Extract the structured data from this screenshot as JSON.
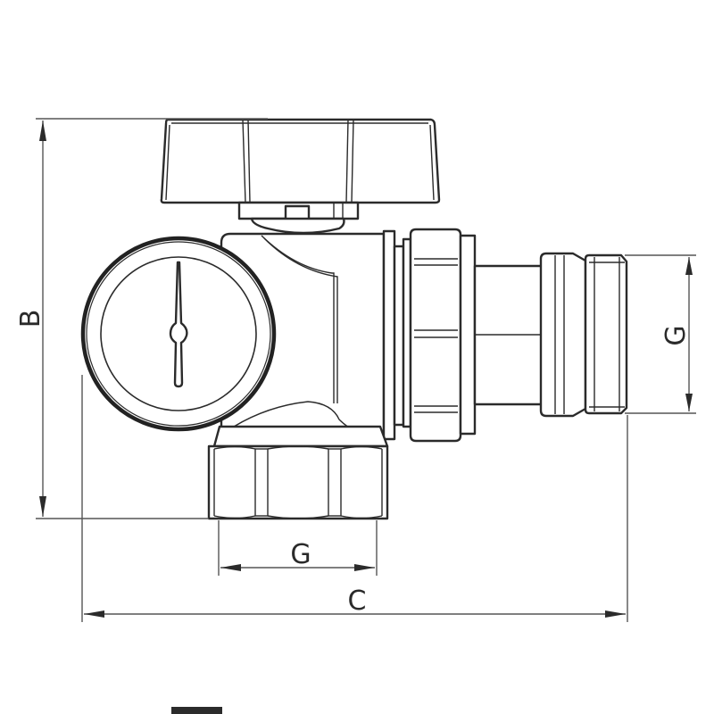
{
  "diagram": {
    "subject": "angled ball valve with gauge and union connection",
    "colors": {
      "line": "#2b2b2b",
      "dimension_line": "#555555",
      "background": "#ffffff"
    },
    "dimensions": {
      "height": {
        "label": "B",
        "orientation": "vertical"
      },
      "length": {
        "label": "C",
        "orientation": "horizontal"
      },
      "thread_bottom": {
        "label": "G",
        "orientation": "horizontal"
      },
      "thread_right": {
        "label": "G",
        "orientation": "vertical"
      }
    },
    "parts": {
      "handle": "butterfly-handle",
      "gauge": "pressure-gauge",
      "body": "valve-body",
      "bottom_nut": "female-hex-nut",
      "union_nut": "union-hex-nut",
      "outlet": "male-threaded-outlet"
    }
  }
}
